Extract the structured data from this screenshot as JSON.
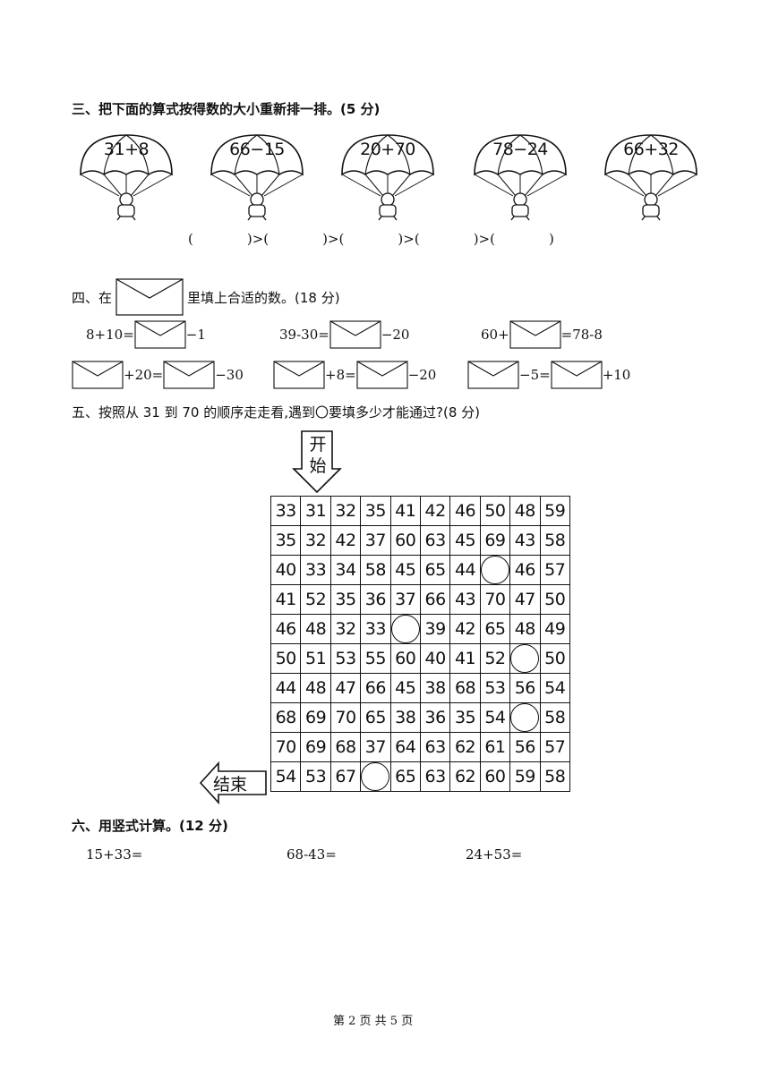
{
  "section3": {
    "title": "三、把下面的算式按得数的大小重新排一排。(5 分)",
    "parachutes": [
      "31+8",
      "66−15",
      "20+70",
      "78−24",
      "66+32"
    ],
    "order_row": [
      "(",
      ")>(",
      ")>(",
      ")>(",
      ")>(",
      ")"
    ]
  },
  "section4": {
    "title_before": "四、在",
    "title_after": "里填上合适的数。(18 分)",
    "row1": [
      {
        "a": "8+10=",
        "b": "−1"
      },
      {
        "a": "39-30=",
        "b": "−20"
      },
      {
        "a": "60+",
        "b": "=78-8"
      }
    ],
    "row2": [
      {
        "a": "+20=",
        "b": "−30"
      },
      {
        "a": "+8=",
        "b": "−20"
      },
      {
        "a": "−5=",
        "b": "+10"
      }
    ]
  },
  "section5": {
    "title": "五、按照从 31 到 70 的顺序走走看,遇到〇要填多少才能通过?(8 分)",
    "start_label": [
      "开",
      "始"
    ],
    "end_label": "结束",
    "grid": [
      [
        "33",
        "31",
        "32",
        "35",
        "41",
        "42",
        "46",
        "50",
        "48",
        "59"
      ],
      [
        "35",
        "32",
        "42",
        "37",
        "60",
        "63",
        "45",
        "69",
        "43",
        "58"
      ],
      [
        "40",
        "33",
        "34",
        "58",
        "45",
        "65",
        "44",
        "",
        "46",
        "57"
      ],
      [
        "41",
        "52",
        "35",
        "36",
        "37",
        "66",
        "43",
        "70",
        "47",
        "50"
      ],
      [
        "46",
        "48",
        "32",
        "33",
        "",
        "39",
        "42",
        "65",
        "48",
        "49"
      ],
      [
        "50",
        "51",
        "53",
        "55",
        "60",
        "40",
        "41",
        "52",
        "",
        "50"
      ],
      [
        "44",
        "48",
        "47",
        "66",
        "45",
        "38",
        "68",
        "53",
        "56",
        "54"
      ],
      [
        "68",
        "69",
        "70",
        "65",
        "38",
        "36",
        "35",
        "54",
        "",
        "58"
      ],
      [
        "70",
        "69",
        "68",
        "37",
        "64",
        "63",
        "62",
        "61",
        "56",
        "57"
      ],
      [
        "54",
        "53",
        "67",
        "",
        "65",
        "63",
        "62",
        "60",
        "59",
        "58"
      ]
    ]
  },
  "section6": {
    "title": "六、用竖式计算。(12 分)",
    "problems": [
      "15+33=",
      "68-43=",
      "24+53="
    ]
  },
  "footer": "第 2 页 共 5 页"
}
